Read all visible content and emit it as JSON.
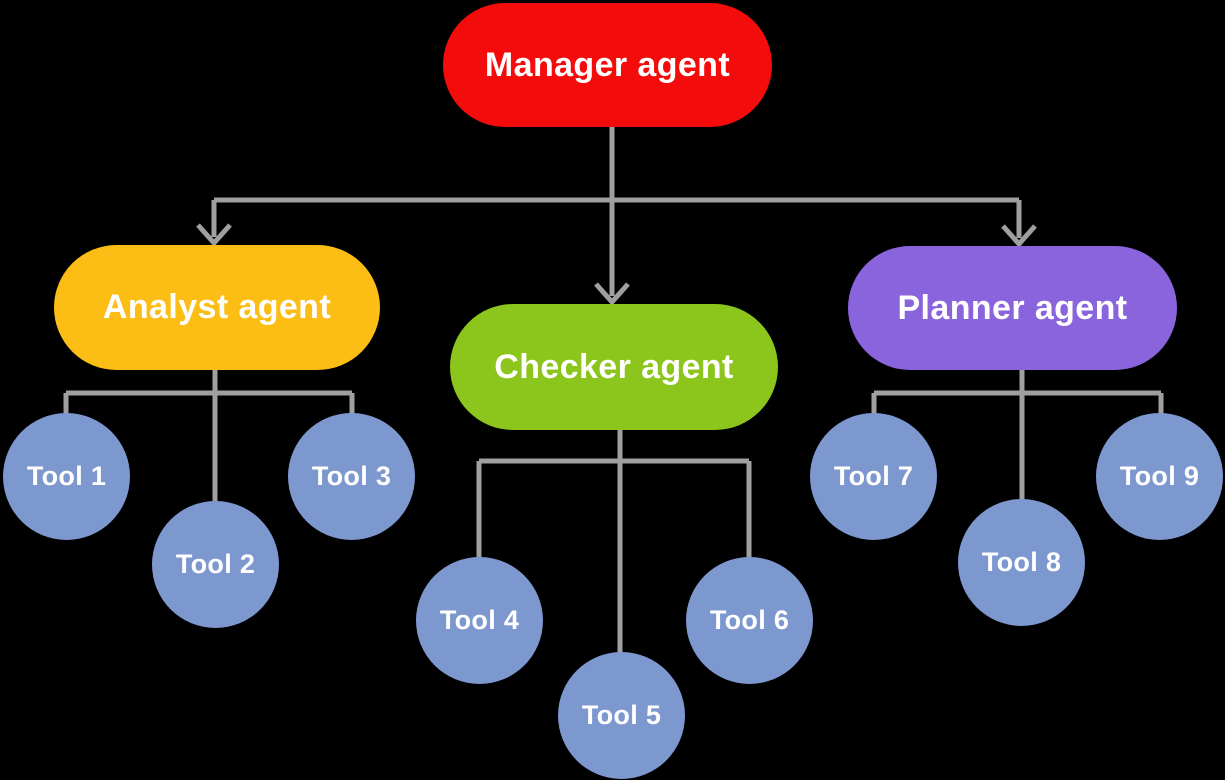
{
  "diagram": {
    "root": {
      "id": "manager",
      "label": "Manager agent"
    },
    "branches": [
      {
        "id": "analyst",
        "label": "Analyst agent",
        "tools": [
          "Tool 1",
          "Tool 2",
          "Tool 3"
        ]
      },
      {
        "id": "checker",
        "label": "Checker agent",
        "tools": [
          "Tool 4",
          "Tool 5",
          "Tool 6"
        ]
      },
      {
        "id": "planner",
        "label": "Planner agent",
        "tools": [
          "Tool 7",
          "Tool 8",
          "Tool 9"
        ]
      }
    ]
  },
  "colors": {
    "background": "#000000",
    "text": "#ffffff",
    "line": "#9f9f9f",
    "manager": "#f40b0b",
    "analyst": "#fcbd15",
    "checker": "#8cc51b",
    "planner": "#8a64dd",
    "tool": "#7d97cf"
  }
}
